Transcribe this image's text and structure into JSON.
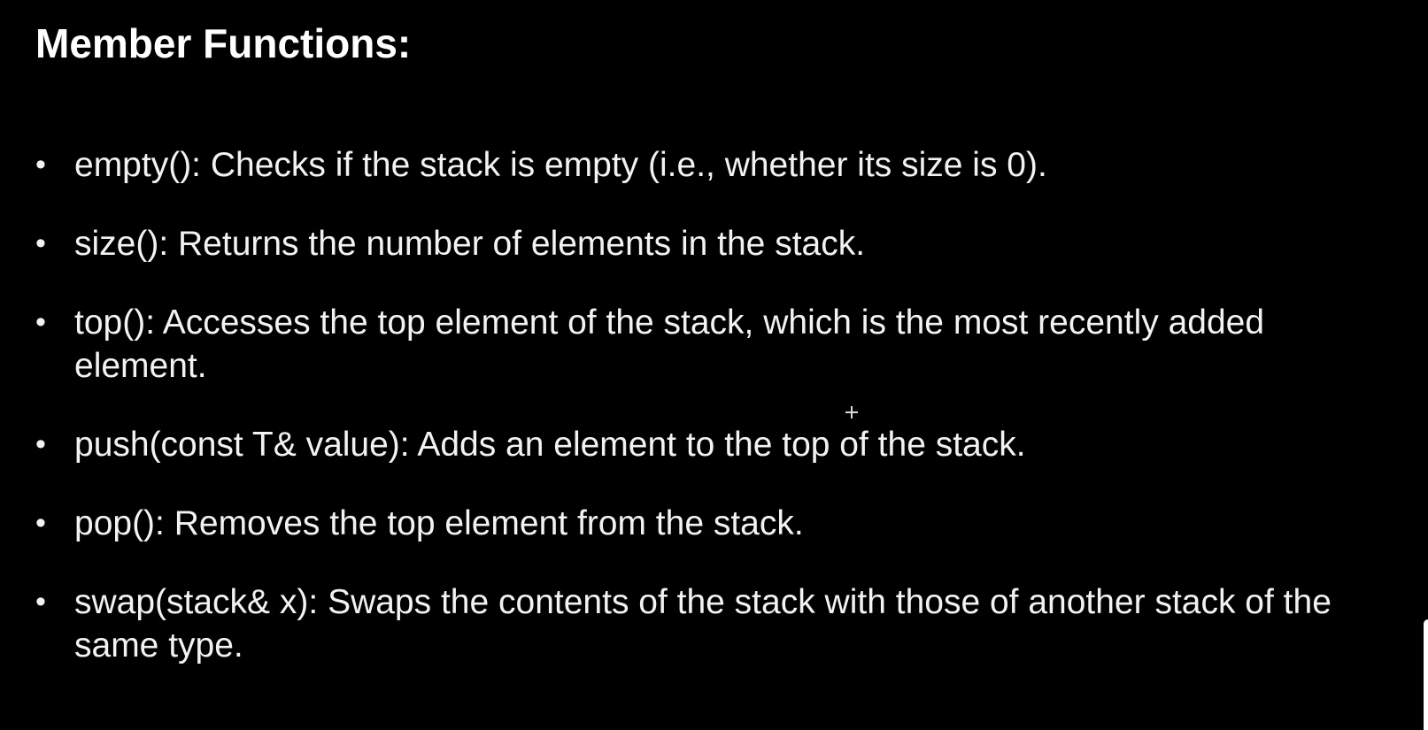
{
  "slide": {
    "title": "Member Functions:",
    "bullet_glyph": "•",
    "items": [
      {
        "text": "empty(): Checks if the stack is empty (i.e., whether its size is 0)."
      },
      {
        "text": "size(): Returns the number of elements in the stack."
      },
      {
        "text": "top(): Accesses the top element of the stack, which is the most recently added element."
      },
      {
        "text": "push(const T& value): Adds an element to the top of the stack."
      },
      {
        "text": "pop(): Removes the top element from the stack."
      },
      {
        "text": "swap(stack& x): Swaps the contents of the stack with those of another stack of the same type."
      }
    ]
  },
  "colors": {
    "background": "#000000",
    "text": "#f2f2f2",
    "title": "#ffffff"
  },
  "icons": {
    "cursor": "crosshair-cursor-icon"
  }
}
